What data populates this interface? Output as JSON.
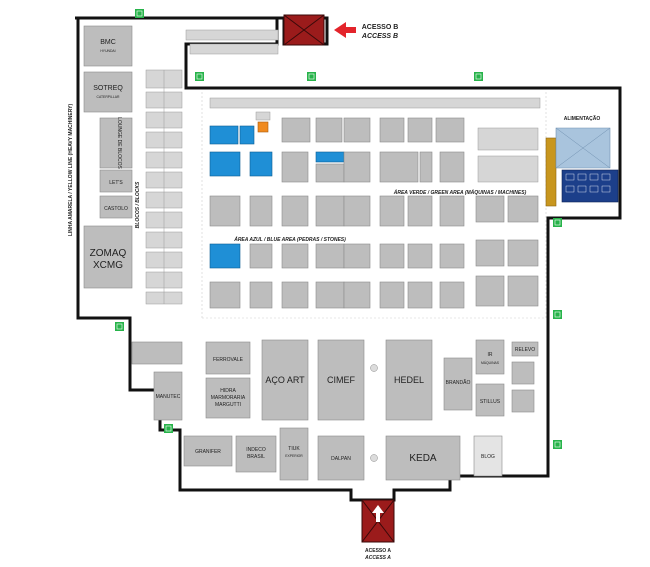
{
  "access_b": {
    "title": "ACESSO B",
    "subtitle": "ACCESS B"
  },
  "access_a": {
    "title": "ACESSO A",
    "subtitle": "ACCESS A"
  },
  "yellow_line": "LINHA AMARELA / YELLOW LINE (HEAVY MACHINERY)",
  "blocks_label": "BLOCOS / BLOCKS",
  "green_area": "ÁREA VERDE / GREEN AREA (MÁQUINAS / MACHINES)",
  "blue_area": "ÁREA AZUL / BLUE AREA (PEDRAS / STONES)",
  "food_area": "ALIMENTAÇÃO",
  "bmc": {
    "line1": "BMC",
    "line2": "HYUNDAI"
  },
  "sotreq": {
    "line1": "SOTREQ",
    "line2": "CATERPILLAR"
  },
  "lounge": "LOUNGE DE BLOCOS",
  "lets": "LET'S",
  "castolo": "CASTOLO",
  "zomaq": {
    "line1": "ZOMAQ",
    "line2": "XCMG"
  },
  "manutec": "MANUTEC",
  "stands": {
    "ferrovale": "FERROVALE",
    "hidra": {
      "line1": "HIDRA",
      "line2": "MARMORARIA",
      "line3": "MARGUTTI"
    },
    "aco_art": "AÇO ART",
    "cimef": "CIMEF",
    "hedel": "HEDEL",
    "brandao": "BRANDÃO",
    "ir": {
      "line1": "IR",
      "line2": "MÁQUINAS"
    },
    "relevo": "RELEVO",
    "stillus": "STILLUS",
    "granifer": "GRANIFER",
    "indeco": {
      "line1": "INDECO",
      "line2": "BRASIL"
    },
    "tiuk": {
      "line1": "TIUK",
      "line2": "EXPERIOR"
    },
    "dalpan": "DALPAN",
    "keda": "KEDA",
    "blog": "BLOG"
  }
}
